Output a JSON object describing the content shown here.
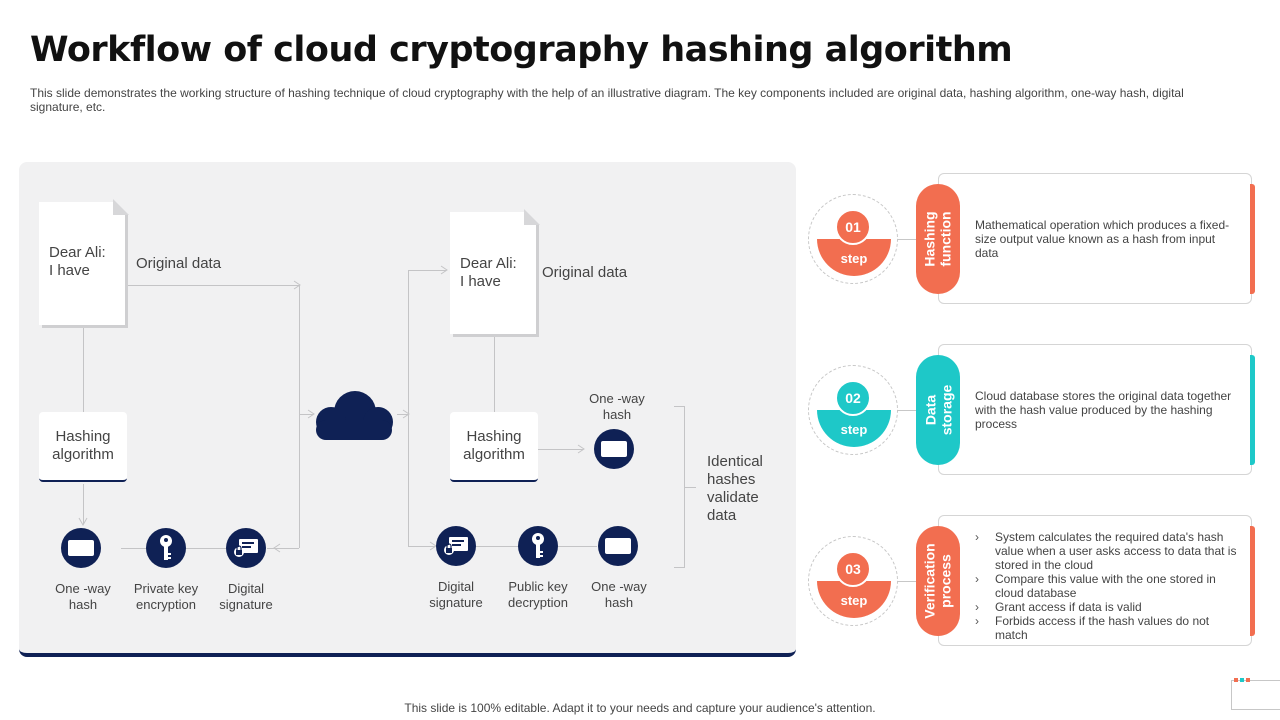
{
  "title": "Workflow of cloud cryptography hashing algorithm",
  "subtitle": "This slide demonstrates the working structure of hashing technique of cloud cryptography with the help of an illustrative diagram. The key components included are original data, hashing algorithm, one-way hash, digital signature, etc.",
  "diagram": {
    "left_doc": {
      "line1": "Dear Ali:",
      "line2": "I have",
      "label": "Original data"
    },
    "right_doc": {
      "line1": "Dear Ali:",
      "line2": "I have",
      "label": "Original data"
    },
    "left_hashing_box": {
      "line1": "Hashing",
      "line2": "algorithm"
    },
    "right_hashing_box": {
      "line1": "Hashing",
      "line2": "algorithm"
    },
    "left_nodes": [
      {
        "line1": "One -way",
        "line2": "hash",
        "icon": "hash-card-icon"
      },
      {
        "line1": "Private key",
        "line2": "encryption",
        "icon": "key-icon"
      },
      {
        "line1": "Digital",
        "line2": "signature",
        "icon": "signature-card-icon"
      }
    ],
    "right_nodes": [
      {
        "line1": "Digital",
        "line2": "signature",
        "icon": "signature-card-icon"
      },
      {
        "line1": "Public key",
        "line2": "decryption",
        "icon": "key-icon"
      },
      {
        "line1": "One -way",
        "line2": "hash",
        "icon": "hash-card-icon"
      }
    ],
    "top_hash": {
      "line1": "One -way",
      "line2": "hash",
      "icon": "hash-card-icon"
    },
    "identical_text": "Identical hashes validate data",
    "cloud_icon": "cloud-icon"
  },
  "steps": [
    {
      "number": "01",
      "step_word": "step",
      "pill_line1": "Hashing",
      "pill_line2": "function",
      "color": "#f26e50",
      "text": "Mathematical operation which produces a fixed-size output value known as a hash from input data"
    },
    {
      "number": "02",
      "step_word": "step",
      "pill_line1": "Data",
      "pill_line2": "storage",
      "color": "#1ec8c8",
      "text": "Cloud database stores the original data together with the hash value produced by the hashing process"
    },
    {
      "number": "03",
      "step_word": "step",
      "pill_line1": "Verification",
      "pill_line2": "process",
      "color": "#f26e50",
      "items": [
        "System calculates the required data's hash value when a user asks access to data that is stored in the cloud",
        "Compare this value with the one stored in cloud database",
        "Grant access if data is valid",
        "Forbids access if the hash values do not match"
      ]
    }
  ],
  "colors": {
    "navy": "#0f2155",
    "coral": "#f26e50",
    "teal": "#1ec8c8",
    "panel": "#f1f1f2"
  },
  "footer": "This slide is 100% editable. Adapt it to your needs and capture your audience's attention."
}
